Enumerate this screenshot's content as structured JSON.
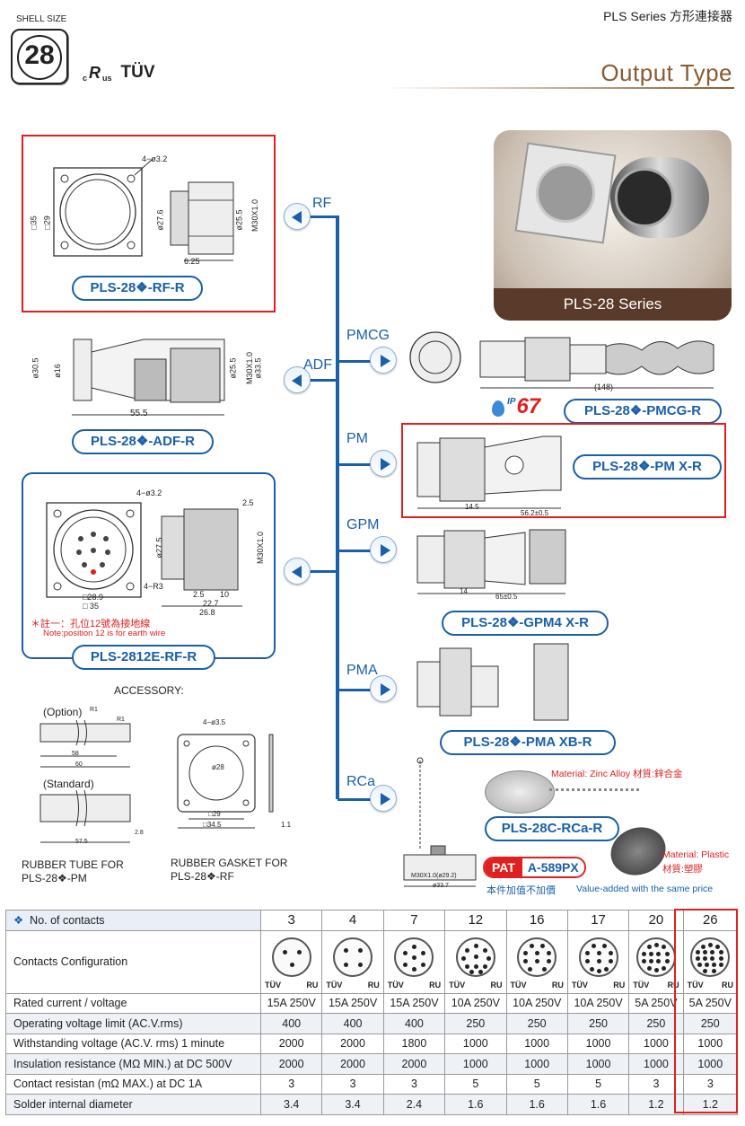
{
  "header": {
    "shell_size_label": "SHELL SIZE",
    "shell_size_value": "28",
    "cert_cru": "c",
    "cert_ru": "R",
    "cert_us": "us",
    "cert_tuv": "TÜV",
    "series_title": "PLS Series 方形連接器",
    "section_title": "Output Type"
  },
  "photo": {
    "caption": "PLS-28 Series"
  },
  "branches": {
    "rf": "RF",
    "adf": "ADF",
    "pmcg": "PMCG",
    "pm": "PM",
    "gpm": "GPM",
    "pma": "PMA",
    "rca": "RCa"
  },
  "parts": {
    "rf": "PLS-28❖-RF-R",
    "adf": "PLS-28❖-ADF-R",
    "e_rf": "PLS-2812E-RF-R",
    "pmcg": "PLS-28❖-PMCG-R",
    "pm": "PLS-28❖-PM X-R",
    "gpm": "PLS-28❖-GPM4 X-R",
    "pma": "PLS-28❖-PMA  XB-R",
    "rca": "PLS-28C-RCa-R"
  },
  "ip": {
    "prefix": "IP",
    "value": "67"
  },
  "dims": {
    "rf_holes": "4−ø3.2",
    "rf_sq35": "□35",
    "rf_sq29": "□29",
    "rf_d276": "ø27.6",
    "rf_d255": "ø25.5",
    "rf_m30": "M30X1.0",
    "rf_625": "6.25",
    "adf_d305": "ø30.5",
    "adf_d16": "ø16",
    "adf_d255": "ø25.5",
    "adf_m30": "M30X1.0",
    "adf_d335": "ø33.5",
    "adf_555": "55.5",
    "e_holes": "4−ø3.2",
    "e_25": "2.5",
    "e_d275": "ø27.5",
    "e_m30": "M30X1.0",
    "e_r3": "4−R3",
    "e_289": "□28.9",
    "e_35": "□ 35",
    "e_25b": "2.5",
    "e_10": "10",
    "e_227": "22.7",
    "e_268": "26.8",
    "pmcg_148": "(148)",
    "pm_14": "14.5",
    "pm_56": "56.2±0.5",
    "gpm_14": "14",
    "gpm_65": "65±0.5"
  },
  "note": {
    "cn": "註一：孔位12號為接地線",
    "en": "Note:position 12 is for earth wire"
  },
  "accessory": {
    "title": "ACCESSORY:",
    "option": "(Option)",
    "standard": "(Standard)",
    "r1a": "R1",
    "r1b": "R1",
    "d3_5": "4−ø3.5",
    "d28": "ø28",
    "sq29": "□29",
    "sq345": "□34.5",
    "t11": "1.1",
    "tube_58": "58",
    "tube_60": "60",
    "tube_575": "57.5",
    "tube_28": "2.8",
    "tube_label": "RUBBER TUBE FOR",
    "tube_part": "PLS-28❖-PM",
    "gasket_label": "RUBBER GASKET FOR",
    "gasket_part": "PLS-28❖-RF"
  },
  "rca": {
    "material_metal": "Material: Zinc Alloy 材質:鋅合金",
    "material_plastic": "Material: Plastic",
    "material_plastic_cn": "材質:塑膠",
    "pat": "PAT",
    "pat_no": "A-589PX",
    "value_added_cn": "本件加值不加價",
    "value_added_en": "Value-added with the same price",
    "dim_m30": "M30X1.0(ø29.2)",
    "dim_337": "ø33.7"
  },
  "table": {
    "header_label": "No. of contacts",
    "contacts": [
      "3",
      "4",
      "7",
      "12",
      "16",
      "17",
      "20",
      "26"
    ],
    "config_label": "Contacts Configuration",
    "cert_left": "TÜV",
    "cert_right": "RU",
    "rows": [
      {
        "label": "Rated current / voltage",
        "values": [
          "15A 250V",
          "15A 250V",
          "15A 250V",
          "10A 250V",
          "10A 250V",
          "10A 250V",
          "5A 250V",
          "5A 250V"
        ]
      },
      {
        "label": "Operating voltage limit (AC.V.rms)",
        "values": [
          "400",
          "400",
          "400",
          "250",
          "250",
          "250",
          "250",
          "250"
        ]
      },
      {
        "label": "Withstanding voltage (AC.V. rms) 1 minute",
        "values": [
          "2000",
          "2000",
          "1800",
          "1000",
          "1000",
          "1000",
          "1000",
          "1000"
        ]
      },
      {
        "label": "Insulation resistance (MΩ MIN.) at DC 500V",
        "values": [
          "2000",
          "2000",
          "2000",
          "1000",
          "1000",
          "1000",
          "1000",
          "1000"
        ]
      },
      {
        "label": "Contact resistan (mΩ MAX.) at DC 1A",
        "values": [
          "3",
          "3",
          "3",
          "5",
          "5",
          "5",
          "3",
          "3"
        ]
      },
      {
        "label": "Solder internal diameter",
        "values": [
          "3.4",
          "3.4",
          "2.4",
          "1.6",
          "1.6",
          "1.6",
          "1.2",
          "1.2"
        ]
      }
    ]
  },
  "colors": {
    "accent": "#1a5fa8",
    "highlight": "#e02020",
    "title": "#8a5a30",
    "photo_bg": "#5a3a2a"
  }
}
